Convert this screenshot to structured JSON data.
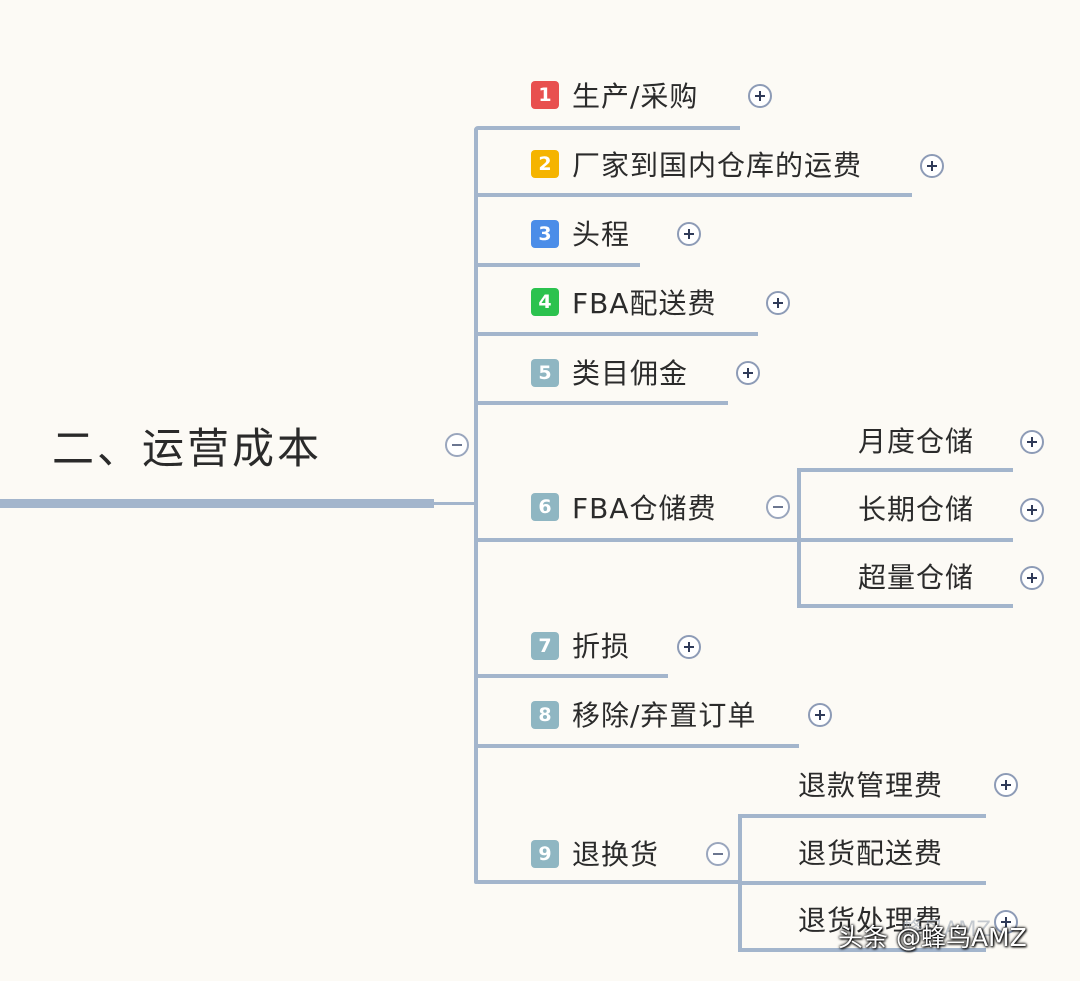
{
  "root": {
    "label": "二、运营成本"
  },
  "branches": [
    {
      "num": "1",
      "label": "生产/采购",
      "color": "#e8504f"
    },
    {
      "num": "2",
      "label": "厂家到国内仓库的运费",
      "color": "#f5b400"
    },
    {
      "num": "3",
      "label": "头程",
      "color": "#4b8de8"
    },
    {
      "num": "4",
      "label": "FBA配送费",
      "color": "#2bc24e"
    },
    {
      "num": "5",
      "label": "类目佣金",
      "color": "#8fb6c2"
    },
    {
      "num": "6",
      "label": "FBA仓储费",
      "color": "#8fb6c2",
      "children": [
        "月度仓储",
        "长期仓储",
        "超量仓储"
      ]
    },
    {
      "num": "7",
      "label": "折损",
      "color": "#8fb6c2"
    },
    {
      "num": "8",
      "label": "移除/弃置订单",
      "color": "#8fb6c2"
    },
    {
      "num": "9",
      "label": "退换货",
      "color": "#8fb6c2",
      "children": [
        "退款管理费",
        "退货配送费",
        "退货处理费"
      ]
    }
  ],
  "watermark": {
    "text": "头条 @蜂鸟AMZ",
    "ghost": "蜂鸟AMZ"
  }
}
